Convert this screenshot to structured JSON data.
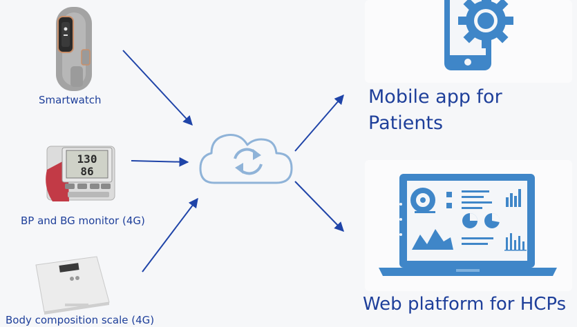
{
  "devices": {
    "smartwatch": {
      "label": "Smartwatch"
    },
    "bp_monitor": {
      "label": "BP and BG monitor (4G)",
      "screen_top": "130",
      "screen_bottom": "86"
    },
    "scale": {
      "label": "Body composition scale (4G)"
    }
  },
  "hub": {
    "icon": "cloud-sync-icon"
  },
  "outputs": {
    "mobile_app": {
      "label_line1": "Mobile app for",
      "label_line2": "Patients",
      "icon": "phone-gear-icon"
    },
    "web_platform": {
      "label": "Web platform for HCPs",
      "icon": "laptop-dashboard-icon"
    }
  },
  "colors": {
    "text_blue": "#1e3f9a",
    "arrow_blue": "#1f44a8",
    "icon_blue": "#3f86c8",
    "cloud_blue": "#8fb3d8",
    "background": "#f6f7f9"
  }
}
